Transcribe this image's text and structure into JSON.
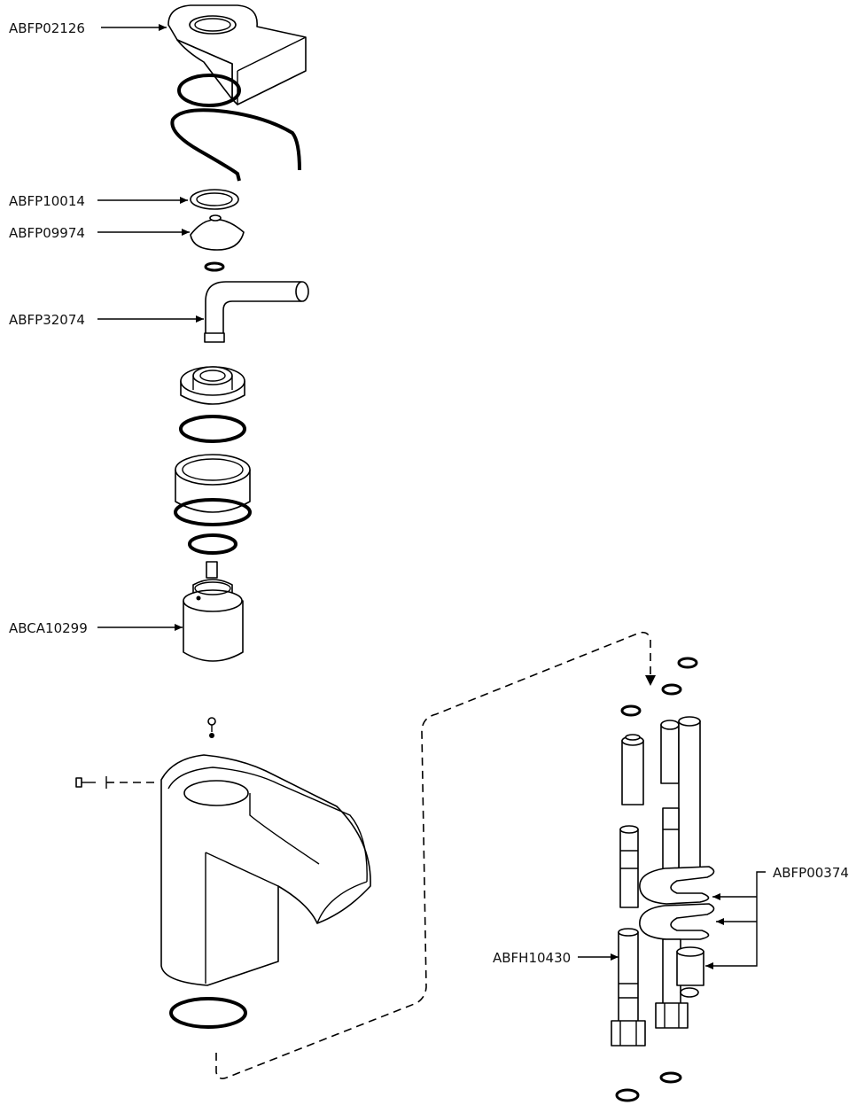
{
  "callouts": [
    {
      "id": "ABFP02126",
      "label": "ABFP02126"
    },
    {
      "id": "ABFP10014",
      "label": "ABFP10014"
    },
    {
      "id": "ABFP09974",
      "label": "ABFP09974"
    },
    {
      "id": "ABFP32074",
      "label": "ABFP32074"
    },
    {
      "id": "ABCA10299",
      "label": "ABCA10299"
    },
    {
      "id": "ABFH10430",
      "label": "ABFH10430"
    },
    {
      "id": "ABFP00374",
      "label": "ABFP00374"
    }
  ],
  "colors": {
    "ink": "#000000",
    "background": "#ffffff"
  }
}
